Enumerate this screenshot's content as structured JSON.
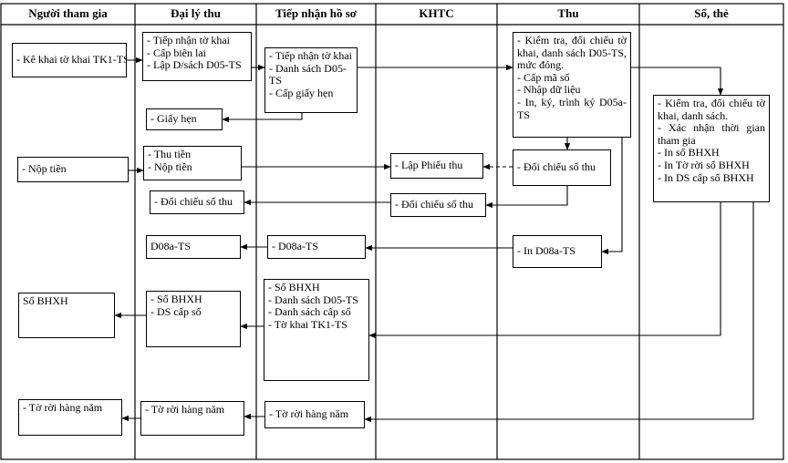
{
  "lanes": [
    {
      "name": "Người tham gia"
    },
    {
      "name": "Đại lý thu"
    },
    {
      "name": "Tiếp nhận hồ sơ"
    },
    {
      "name": "KHTC"
    },
    {
      "name": "Thu"
    },
    {
      "name": "Sổ, thẻ"
    }
  ],
  "nodes": {
    "ke_khai": {
      "lines": [
        "- Kê khai tờ khai TK1-TS"
      ]
    },
    "dl_tiep_nhan": {
      "lines": [
        "- Tiếp nhận tờ khai",
        "- Cấp biên lai",
        "- Lập D/sách D05-TS"
      ]
    },
    "hs_tiep_nhan": {
      "lines": [
        "- Tiếp nhận tờ khai",
        "- Danh sách D05-TS",
        "- Cấp giấy hẹn"
      ]
    },
    "thu_kiem_tra": {
      "lines": [
        "- Kiểm tra, đối chiếu tờ khai, danh sách D05-TS, mức đóng.",
        "- Cấp mã số",
        "- Nhập dữ liệu",
        "- In, ký, trình ký D05a-TS"
      ]
    },
    "so_kiem_tra": {
      "lines": [
        "- Kiểm tra, đối chiếu tờ khai, danh sách.",
        "- Xác nhận thời gian tham gia",
        "- In sổ BHXH",
        "- In Tờ rời sổ BHXH",
        "- In DS cấp sổ BHXH"
      ]
    },
    "giay_hen": {
      "lines": [
        "- Giấy hẹn"
      ]
    },
    "nop_tien": {
      "lines": [
        "- Nộp tiền"
      ]
    },
    "dl_thu_tien": {
      "lines": [
        "- Thu tiền",
        "- Nộp tiền"
      ]
    },
    "lap_phieu_thu": {
      "lines": [
        "- Lập Phiếu thu"
      ]
    },
    "thu_doi_chieu": {
      "lines": [
        "- Đối chiếu số thu"
      ]
    },
    "khtc_doi_chieu": {
      "lines": [
        "- Đối chiếu số thu"
      ]
    },
    "dl_doi_chieu": {
      "lines": [
        "- Đối chiếu số thu"
      ]
    },
    "dl_d08a": {
      "lines": [
        "D08a-TS"
      ]
    },
    "hs_d08a": {
      "lines": [
        "- D08a-TS"
      ]
    },
    "thu_in_d08a": {
      "lines": [
        "- In D08a-TS"
      ]
    },
    "ntg_so_bhxh": {
      "lines": [
        "Sổ BHXH"
      ]
    },
    "dl_so_bhxh": {
      "lines": [
        "- Sổ BHXH",
        "- DS cấp sổ"
      ]
    },
    "hs_so_bhxh": {
      "lines": [
        "- Sổ BHXH",
        "- Danh sách D05-TS",
        "- Danh sách cấp sổ",
        "- Tờ khai TK1-TS"
      ]
    },
    "ntg_to_roi": {
      "lines": [
        "- Tờ rời hàng năm"
      ]
    },
    "dl_to_roi": {
      "lines": [
        "- Tờ rời hàng năm"
      ]
    },
    "hs_to_roi": {
      "lines": [
        "- Tờ rời hàng năm"
      ]
    }
  }
}
